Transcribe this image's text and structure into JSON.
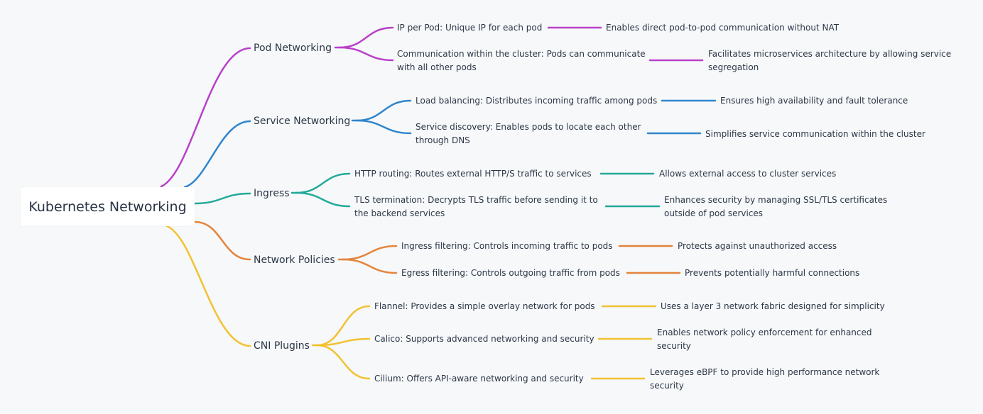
{
  "root": {
    "label": "Kubernetes Networking"
  },
  "branches": [
    {
      "label": "Pod Networking",
      "color": "#b93fc9",
      "children": [
        {
          "label": "IP per Pod: Unique IP for each pod",
          "detail": "Enables direct pod-to-pod communication without NAT"
        },
        {
          "label": "Communication within the cluster: Pods can communicate with all other pods",
          "detail": "Facilitates microservices architecture by allowing service segregation"
        }
      ]
    },
    {
      "label": "Service Networking",
      "color": "#3085cc",
      "children": [
        {
          "label": "Load balancing: Distributes incoming traffic among pods",
          "detail": "Ensures high availability and fault tolerance"
        },
        {
          "label": "Service discovery: Enables pods to locate each other through DNS",
          "detail": "Simplifies service communication within the cluster"
        }
      ]
    },
    {
      "label": "Ingress",
      "color": "#22a99a",
      "children": [
        {
          "label": "HTTP routing: Routes external HTTP/S traffic to services",
          "detail": "Allows external access to cluster services"
        },
        {
          "label": "TLS termination: Decrypts TLS traffic before sending it to the backend services",
          "detail": "Enhances security by managing SSL/TLS certificates outside of pod services"
        }
      ]
    },
    {
      "label": "Network Policies",
      "color": "#e4843c",
      "children": [
        {
          "label": "Ingress filtering: Controls incoming traffic to pods",
          "detail": "Protects against unauthorized access"
        },
        {
          "label": "Egress filtering: Controls outgoing traffic from pods",
          "detail": "Prevents potentially harmful connections"
        }
      ]
    },
    {
      "label": "CNI Plugins",
      "color": "#f2c232",
      "children": [
        {
          "label": "Flannel: Provides a simple overlay network for pods",
          "detail": "Uses a layer 3 network fabric designed for simplicity"
        },
        {
          "label": "Calico: Supports advanced networking and security",
          "detail": "Enables network policy enforcement for enhanced security"
        },
        {
          "label": "Cilium: Offers API-aware networking and security",
          "detail": "Leverages eBPF to provide high performance network security"
        }
      ]
    }
  ]
}
